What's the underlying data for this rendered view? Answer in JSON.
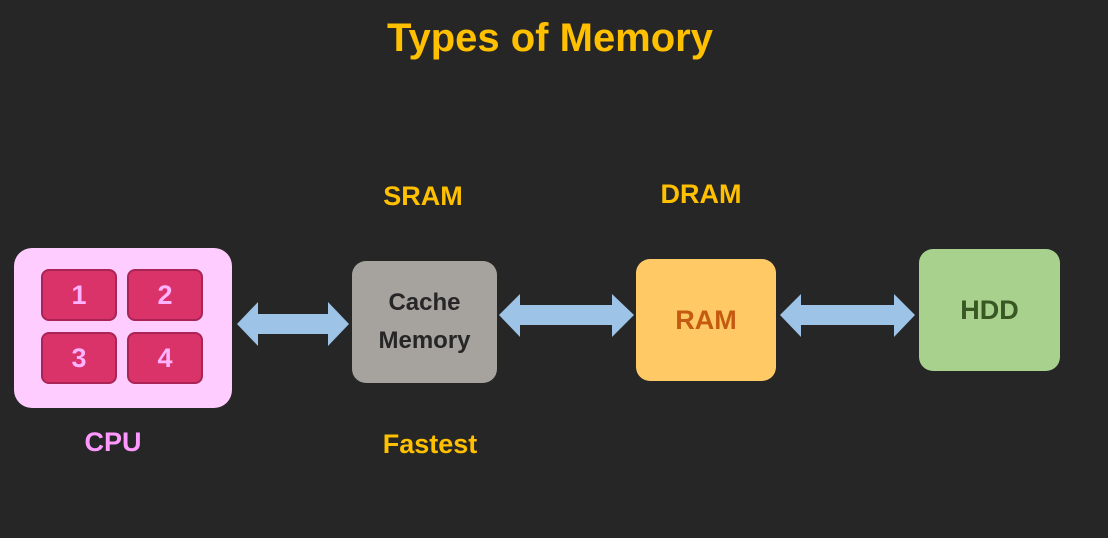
{
  "diagram": {
    "title": "Types of Memory",
    "labels": {
      "sram": "SRAM",
      "dram": "DRAM",
      "fastest": "Fastest",
      "cpu": "CPU"
    },
    "cpu": {
      "cores": [
        "1",
        "2",
        "3",
        "4"
      ],
      "color": "#ffccff",
      "core_color": "#d9336a"
    },
    "nodes": {
      "cache": {
        "line1": "Cache",
        "line2": "Memory",
        "color": "#a6a39f"
      },
      "ram": {
        "label": "RAM",
        "color": "#ffca66"
      },
      "hdd": {
        "label": "HDD",
        "color": "#a9d18e"
      }
    },
    "connectors": [
      {
        "from": "CPU",
        "to": "Cache Memory",
        "type": "double-arrow"
      },
      {
        "from": "Cache Memory",
        "to": "RAM",
        "type": "double-arrow"
      },
      {
        "from": "RAM",
        "to": "HDD",
        "type": "double-arrow"
      }
    ],
    "colors": {
      "background": "#262626",
      "title": "#ffc000",
      "arrow": "#9dc3e6"
    }
  }
}
